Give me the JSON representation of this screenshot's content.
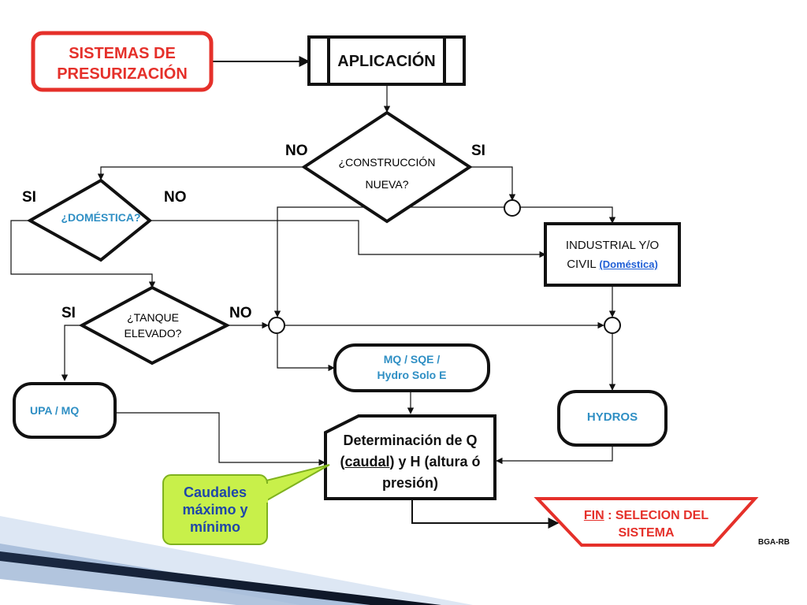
{
  "nodes": {
    "start": {
      "line1": "SISTEMAS DE",
      "line2": "PRESURIZACIÓN"
    },
    "aplicacion": {
      "label": "APLICACIÓN"
    },
    "construccion": {
      "line1": "¿CONSTRUCCIÓN",
      "line2": "NUEVA?"
    },
    "domestica": {
      "label": "¿DOMÉSTICA?"
    },
    "industrial": {
      "line1": "INDUSTRIAL Y/O",
      "line2_prefix": "CIVIL ",
      "line2_link": "(Doméstica)"
    },
    "tanque": {
      "line1": "¿TANQUE",
      "line2": "ELEVADO?"
    },
    "mq_sqe": {
      "line1": "MQ / SQE /",
      "line2": "Hydro Solo E"
    },
    "upa": {
      "label": "UPA / MQ"
    },
    "hydros": {
      "label": "HYDROS"
    },
    "determinacion": {
      "line1": "Determinación de Q",
      "line2_pre": "(",
      "line2_u": "caudal",
      "line2_post": ") y H (altura ó",
      "line3": "presión)"
    },
    "fin": {
      "line1_u": "FIN",
      "line1_rest": " : SELECION DEL",
      "line2": "SISTEMA"
    },
    "callout": {
      "line1": "Caudales",
      "line2": "máximo y",
      "line3": "mínimo"
    }
  },
  "conditions": {
    "construccion_no": "NO",
    "construccion_si": "SI",
    "domestica_si": "SI",
    "domestica_no": "NO",
    "tanque_si": "SI",
    "tanque_no": "NO"
  },
  "footer": {
    "credit": "BGA-RB"
  },
  "colors": {
    "red": "#e5302a",
    "blue": "#2f8fc4",
    "calloutFill": "#c8f04a",
    "calloutBorder": "#7fb21e",
    "navy": "#1b2a44"
  }
}
